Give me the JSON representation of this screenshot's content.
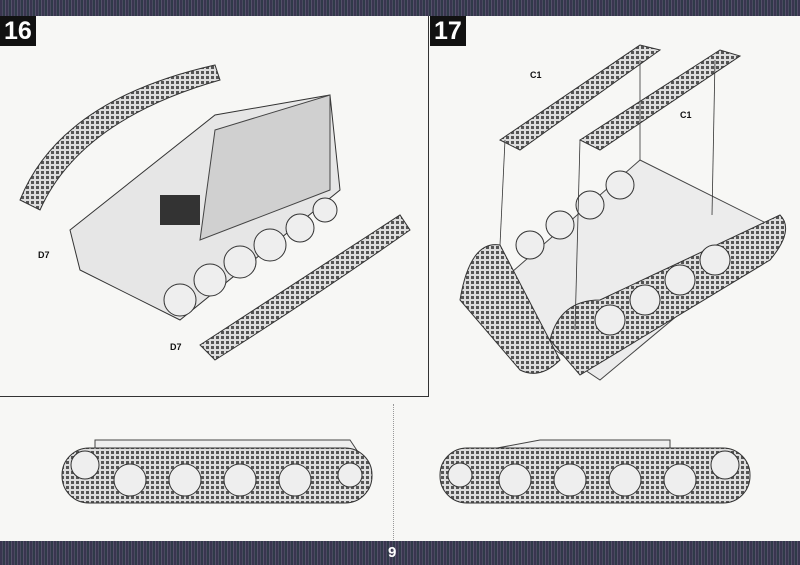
{
  "page_number": "9",
  "steps": [
    {
      "number": "16",
      "parts": [
        "D7",
        "D7"
      ]
    },
    {
      "number": "17",
      "parts": [
        "C1",
        "C1"
      ]
    }
  ]
}
